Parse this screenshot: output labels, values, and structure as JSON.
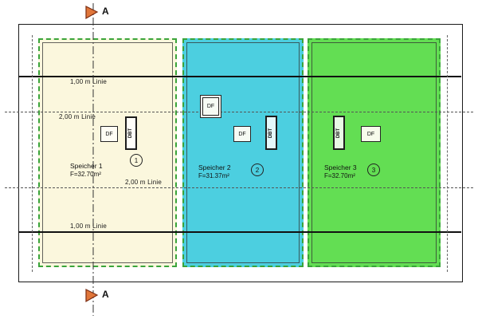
{
  "colors": {
    "room1_fill": "#fbf7dd",
    "room2_fill": "#4ccfe0",
    "room3_fill": "#63de53",
    "room_outline_dash": "#3aa43a",
    "wall_line": "#1a1a1a",
    "guide_dash": "#555555",
    "section_marker_fill": "#e0763a",
    "section_marker_stroke": "#7c2d12"
  },
  "section": {
    "label": "A"
  },
  "lines": {
    "one_m_top": "1,00 m Linie",
    "two_m_upper": "2,00 m Linie",
    "two_m_lower": "2,00 m Linie",
    "one_m_bottom": "1,00 m Linie"
  },
  "rooms": [
    {
      "name": "Speicher 1",
      "area": "F=32.70m²",
      "number": "1"
    },
    {
      "name": "Speicher 2",
      "area": "F=31.37m²",
      "number": "2"
    },
    {
      "name": "Speicher 3",
      "area": "F=32.70m²",
      "number": "3"
    }
  ],
  "windows": {
    "df": "DF",
    "dbt": "DBT"
  }
}
